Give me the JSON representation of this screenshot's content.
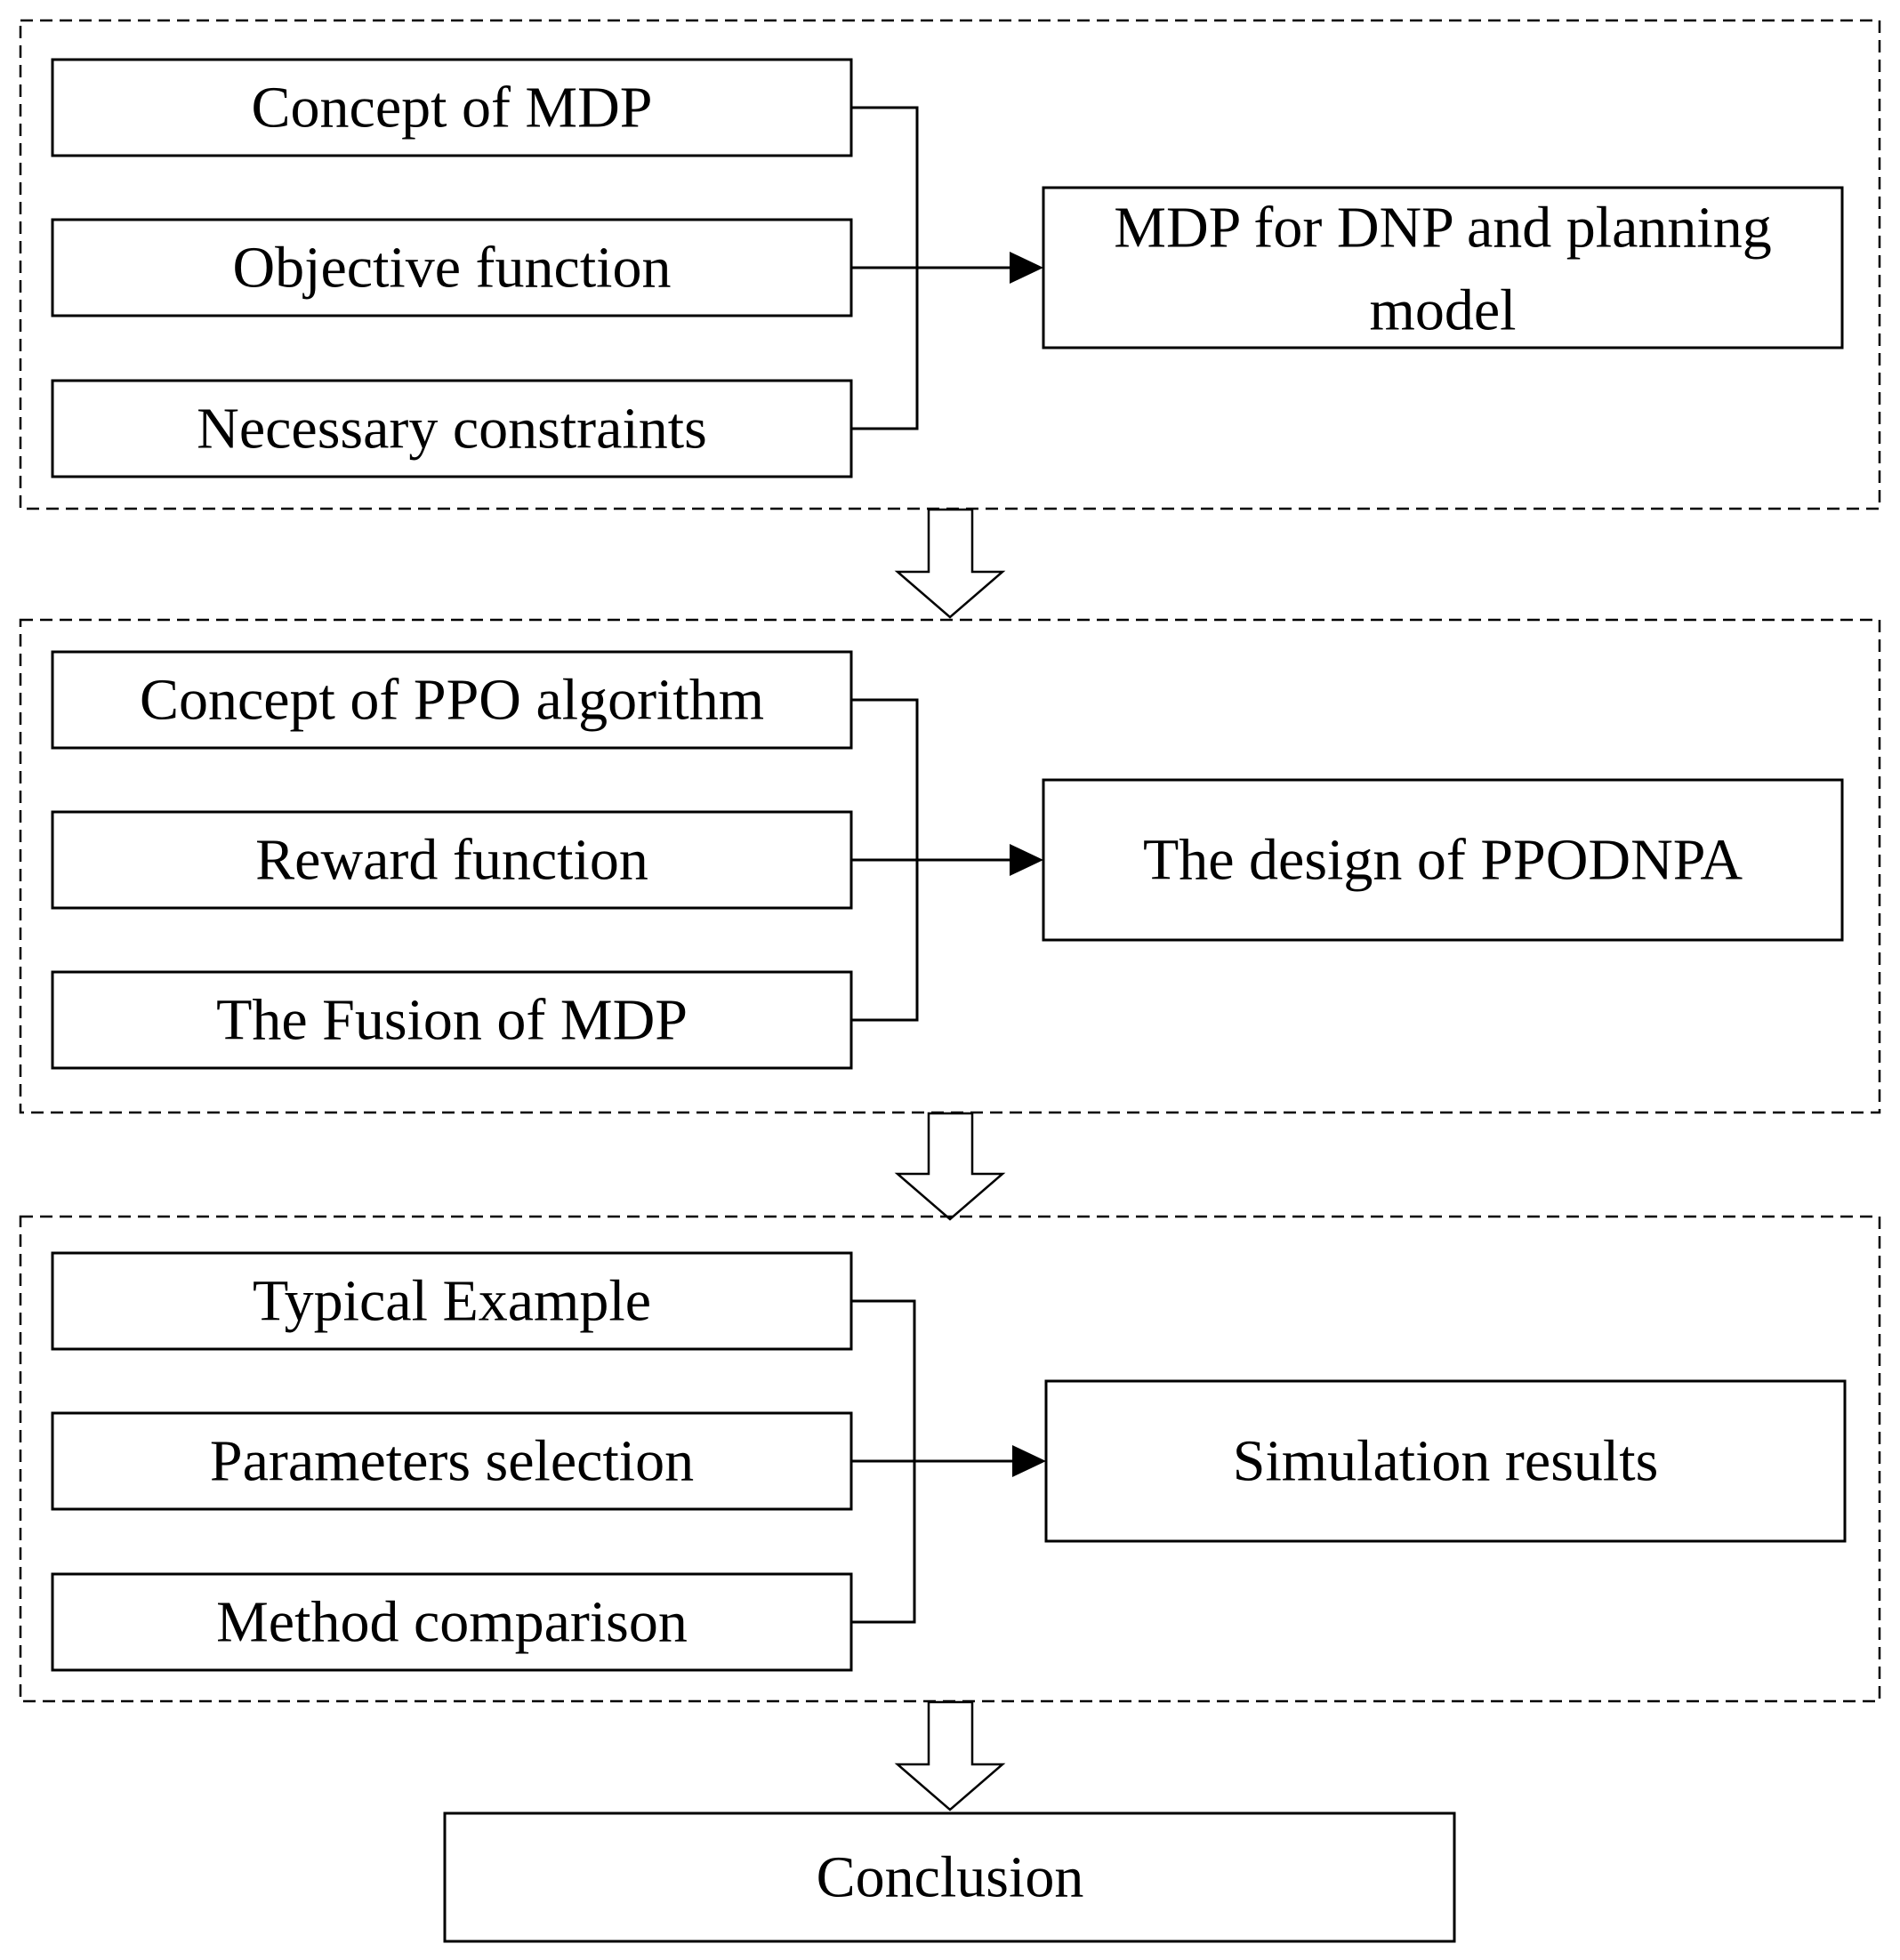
{
  "groups": [
    {
      "inputs": [
        "Concept of MDP",
        "Objective function",
        "Necessary constraints"
      ],
      "output": [
        "MDP for DNP and planning",
        "model"
      ]
    },
    {
      "inputs": [
        "Concept of PPO algorithm",
        "Reward function",
        "The Fusion of MDP"
      ],
      "output": [
        "The design of PPODNPA"
      ]
    },
    {
      "inputs": [
        "Typical Example",
        "Parameters selection",
        "Method comparison"
      ],
      "output": [
        "Simulation results"
      ]
    }
  ],
  "conclusion": "Conclusion"
}
